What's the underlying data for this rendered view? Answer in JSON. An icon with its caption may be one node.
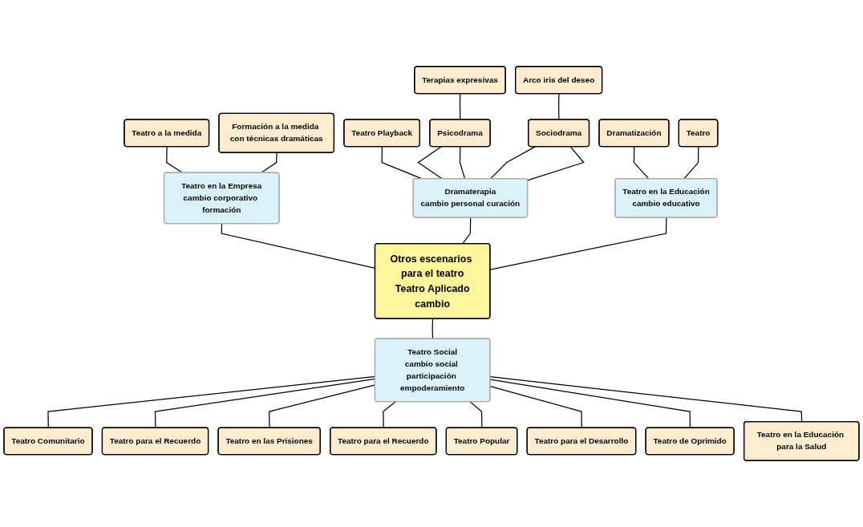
{
  "diagram": {
    "nodes": [
      {
        "text": [
          "Otros escenarios para el teatro",
          "Teatro Aplicado",
          "cambio"
        ]
      },
      {
        "text": [
          "Teatro en la Empresa",
          "cambio corporativo formación"
        ]
      },
      {
        "text": [
          "Teatro a la medida"
        ]
      },
      {
        "text": [
          "Formación a la medida con técnicas dramáticas"
        ]
      },
      {
        "text": [
          "Dramaterapia",
          "cambio personal curación"
        ]
      },
      {
        "text": [
          "Teatro Playback"
        ]
      },
      {
        "text": [
          "Terapias expresivas"
        ]
      },
      {
        "text": [
          "Arco iris del deseo"
        ]
      },
      {
        "text": [
          "Psicodrama"
        ]
      },
      {
        "text": [
          "Sociodrama"
        ]
      },
      {
        "text": [
          "Teatro en la Educación",
          "cambio educativo"
        ]
      },
      {
        "text": [
          "Dramatización"
        ]
      },
      {
        "text": [
          "Teatro"
        ]
      },
      {
        "text": [
          "Teatro Social",
          "cambio social participación empoderamiento"
        ]
      },
      {
        "text": [
          "Teatro Comunitario"
        ]
      },
      {
        "text": [
          "Teatro para el Recuerdo"
        ]
      },
      {
        "text": [
          "Teatro en las Prisiones"
        ]
      },
      {
        "text": [
          "Teatro para el Recuerdo"
        ]
      },
      {
        "text": [
          "Teatro Popular"
        ]
      },
      {
        "text": [
          "Teatro para el Desarrollo"
        ]
      },
      {
        "text": [
          "Teatro de Oprimido"
        ]
      },
      {
        "text": [
          "Teatro en la Educación para la Salud"
        ]
      }
    ],
    "edges": [
      {
        "from": 1,
        "to": 0,
        "arrow": "none"
      },
      {
        "from": 2,
        "to": 1,
        "arrow": "none"
      },
      {
        "from": 3,
        "to": 1,
        "arrow": "none"
      },
      {
        "from": 5,
        "to": 4,
        "arrow": "none"
      },
      {
        "from": 6,
        "to": 8,
        "arrow": "none"
      },
      {
        "from": 7,
        "to": 9,
        "arrow": "none"
      },
      {
        "from": 8,
        "to": 4,
        "arrow": "none"
      },
      {
        "from": 8,
        "to": 4,
        "arrow": "none"
      },
      {
        "from": 9,
        "to": 4,
        "arrow": "none"
      },
      {
        "from": 9,
        "to": 4,
        "arrow": "none"
      },
      {
        "from": 4,
        "to": 0,
        "arrow": "none"
      },
      {
        "from": 11,
        "to": 10,
        "arrow": "none"
      },
      {
        "from": 12,
        "to": 10,
        "arrow": "none"
      },
      {
        "from": 10,
        "to": 0,
        "arrow": "none"
      },
      {
        "from": 0,
        "to": 13,
        "arrow": "none"
      },
      {
        "from": 13,
        "to": 14,
        "arrow": "none"
      },
      {
        "from": 13,
        "to": 15,
        "arrow": "none"
      },
      {
        "from": 13,
        "to": 16,
        "arrow": "none"
      },
      {
        "from": 13,
        "to": 17,
        "arrow": "none"
      },
      {
        "from": 13,
        "to": 18,
        "arrow": "none"
      },
      {
        "from": 13,
        "to": 19,
        "arrow": "none"
      },
      {
        "from": 13,
        "to": 20,
        "arrow": "none"
      },
      {
        "from": 13,
        "to": 21,
        "arrow": "none"
      }
    ]
  }
}
